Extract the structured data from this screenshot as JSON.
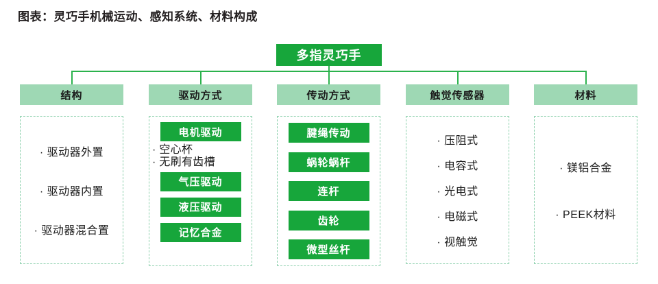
{
  "title": "图表：灵巧手机械运动、感知系统、材料构成",
  "root": {
    "label": "多指灵巧手"
  },
  "colors": {
    "pill_green": "#17a63b",
    "header_green": "#9ed8b4",
    "connector_green": "#2bb24c",
    "dashed_border": "#89cfaa",
    "text_dark": "#1b1b1b",
    "title_dark": "#231f20"
  },
  "columns": [
    {
      "header": "结构",
      "type": "bullets",
      "items": [
        {
          "label": "驱动器外置"
        },
        {
          "label": "驱动器内置"
        },
        {
          "label": "驱动器混合置"
        }
      ]
    },
    {
      "header": "驱动方式",
      "type": "pills",
      "items": [
        {
          "label": "电机驱动",
          "kind": "pill"
        },
        {
          "label": "空心杯",
          "kind": "sub"
        },
        {
          "label": "无刷有齿槽",
          "kind": "sub"
        },
        {
          "label": "气压驱动",
          "kind": "pill"
        },
        {
          "label": "液压驱动",
          "kind": "pill"
        },
        {
          "label": "记忆合金",
          "kind": "pill"
        }
      ]
    },
    {
      "header": "传动方式",
      "type": "pills",
      "items": [
        {
          "label": "腱绳传动",
          "kind": "pill"
        },
        {
          "label": "蜗轮蜗杆",
          "kind": "pill"
        },
        {
          "label": "连杆",
          "kind": "pill"
        },
        {
          "label": "齿轮",
          "kind": "pill"
        },
        {
          "label": "微型丝杆",
          "kind": "pill"
        }
      ]
    },
    {
      "header": "触觉传感器",
      "type": "bullets",
      "items": [
        {
          "label": "压阻式"
        },
        {
          "label": "电容式"
        },
        {
          "label": "光电式"
        },
        {
          "label": "电磁式"
        },
        {
          "label": "视触觉"
        }
      ]
    },
    {
      "header": "材料",
      "type": "bullets",
      "items": [
        {
          "label": "镁铝合金"
        },
        {
          "label": "PEEK材料"
        }
      ]
    }
  ]
}
